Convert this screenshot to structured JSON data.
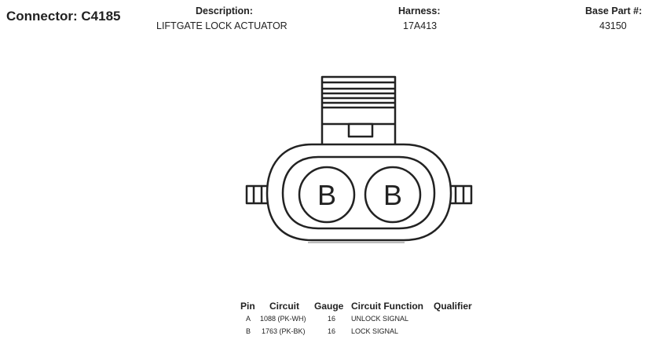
{
  "connector": {
    "label": "Connector:",
    "id": "C4185"
  },
  "description": {
    "label": "Description:",
    "value": "LIFTGATE LOCK ACTUATOR"
  },
  "harness": {
    "label": "Harness:",
    "value": "17A413"
  },
  "base_part": {
    "label": "Base Part #:",
    "value": "43150"
  },
  "cavities": [
    "B",
    "B"
  ],
  "table": {
    "headers": {
      "pin": "Pin",
      "circuit": "Circuit",
      "gauge": "Gauge",
      "function": "Circuit Function",
      "qualifier": "Qualifier"
    },
    "rows": [
      {
        "pin": "A",
        "circuit": "1088 (PK-WH)",
        "gauge": "16",
        "function": "UNLOCK SIGNAL"
      },
      {
        "pin": "B",
        "circuit": "1763 (PK-BK)",
        "gauge": "16",
        "function": "LOCK SIGNAL"
      }
    ]
  }
}
